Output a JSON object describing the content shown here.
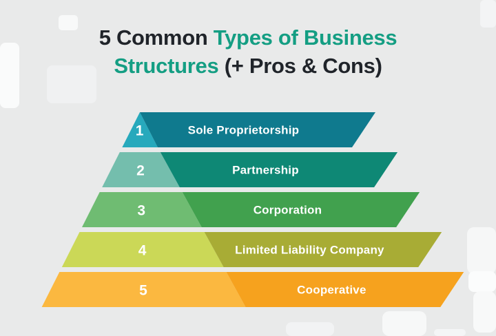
{
  "title": {
    "prefix": "5 Common ",
    "highlight": "Types of Business Structures",
    "suffix": " (+ Pros & Cons)"
  },
  "colors": {
    "background": "#E9EAEA",
    "title_dark": "#20242A",
    "title_teal": "#149E83",
    "band_text": "#FFFFFF"
  },
  "pyramid": {
    "levels": [
      {
        "number": "1",
        "label": "Sole Proprietorship",
        "color_dark": "#0F7A8E",
        "color_light": "#27A9BC"
      },
      {
        "number": "2",
        "label": "Partnership",
        "color_dark": "#0E8875",
        "color_light": "#74BEAD"
      },
      {
        "number": "3",
        "label": "Corporation",
        "color_dark": "#41A14E",
        "color_light": "#6FBC72"
      },
      {
        "number": "4",
        "label": "Limited Liability Company",
        "color_dark": "#A8AC35",
        "color_light": "#CBD857"
      },
      {
        "number": "5",
        "label": "Cooperative",
        "color_dark": "#F6A21E",
        "color_light": "#FBB840"
      }
    ]
  }
}
